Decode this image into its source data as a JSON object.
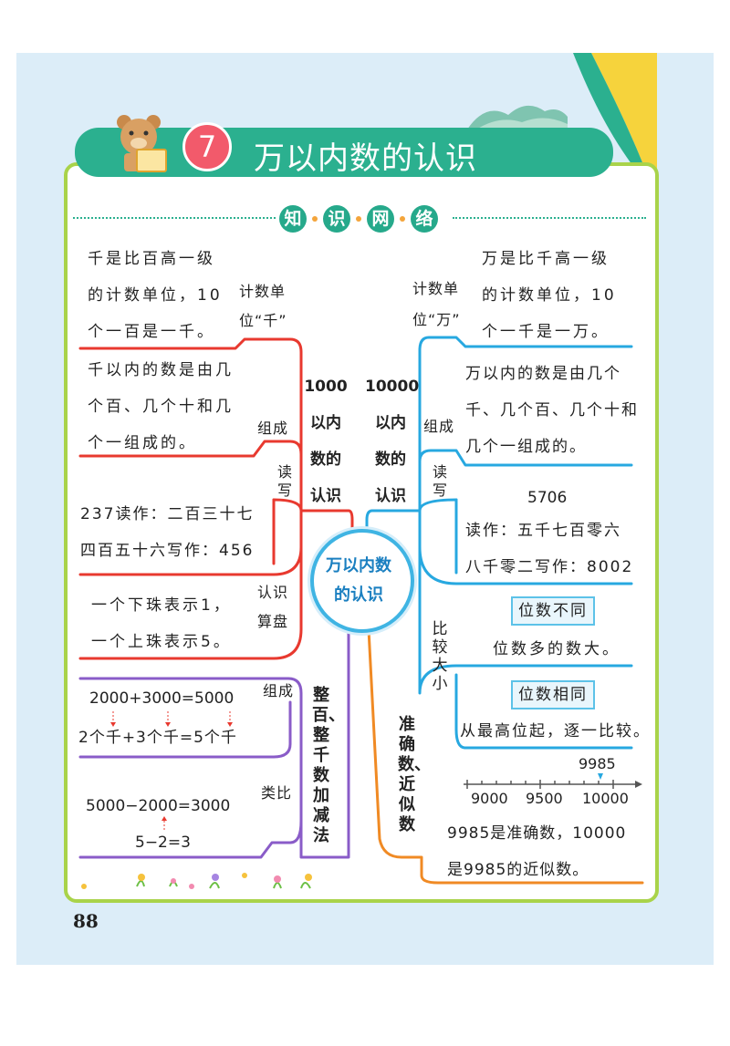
{
  "header": {
    "chapter_number": "7",
    "title": "万以内数的认识"
  },
  "section": {
    "chars": [
      "知",
      "识",
      "网",
      "络"
    ]
  },
  "center": {
    "line1": "万以内数",
    "line2": "的认识"
  },
  "left_branch": {
    "title_lines": [
      "1000",
      "以内",
      "数的",
      "认识"
    ],
    "unit": {
      "label_lines": [
        "计数单",
        "位“千”"
      ],
      "text_lines": [
        "千是比百高一级",
        "的计数单位，10",
        "个一百是一千。"
      ]
    },
    "compose": {
      "label": "组成",
      "text_lines": [
        "千以内的数是由几",
        "个百、几个十和几",
        "个一组成的。"
      ]
    },
    "readwrite": {
      "label": "读写",
      "text_lines": [
        "237读作：二百三十七",
        "四百五十六写作：456"
      ]
    },
    "abacus": {
      "label_lines": [
        "认识",
        "算盘"
      ],
      "text_lines": [
        "一个下珠表示1，",
        "一个上珠表示5。"
      ]
    }
  },
  "bottom_left_branch": {
    "title": "整百、整千数加减法",
    "compose": {
      "label": "组成",
      "eq1": "2000+3000=5000",
      "eq2": "2个千+3个千=5个千"
    },
    "analogy": {
      "label": "类比",
      "eq1": "5000−2000=3000",
      "eq2": "5−2=3"
    }
  },
  "right_branch": {
    "title_lines": [
      "10000",
      "以内",
      "数的",
      "认识"
    ],
    "unit": {
      "label_lines": [
        "计数单",
        "位“万”"
      ],
      "text_lines": [
        "万是比千高一级",
        "的计数单位，10",
        "个一千是一万。"
      ]
    },
    "compose": {
      "label": "组成",
      "text_lines": [
        "万以内的数是由几个",
        "千、几个百、几个十和",
        "几个一组成的。"
      ]
    },
    "readwrite": {
      "label": "读写",
      "number": "5706",
      "text_lines": [
        "读作：五千七百零六",
        "八千零二写作：8002"
      ]
    },
    "compare": {
      "label": "比较大小",
      "box1": "位数不同",
      "text1": "位数多的数大。",
      "box2": "位数相同",
      "text2": "从最高位起，逐一比较。"
    }
  },
  "bottom_right_branch": {
    "title": "准确数、近似数",
    "marker": "9985",
    "ticks": [
      "9000",
      "9500",
      "10000"
    ],
    "text_lines": [
      "9985是准确数，10000",
      "是9985的近似数。"
    ]
  },
  "page_number": "88",
  "colors": {
    "red": "#e8392f",
    "blue": "#27a8e0",
    "purple": "#8a5cc8",
    "orange": "#f08a24",
    "green": "#a9d34a",
    "teal": "#2bb08f"
  }
}
